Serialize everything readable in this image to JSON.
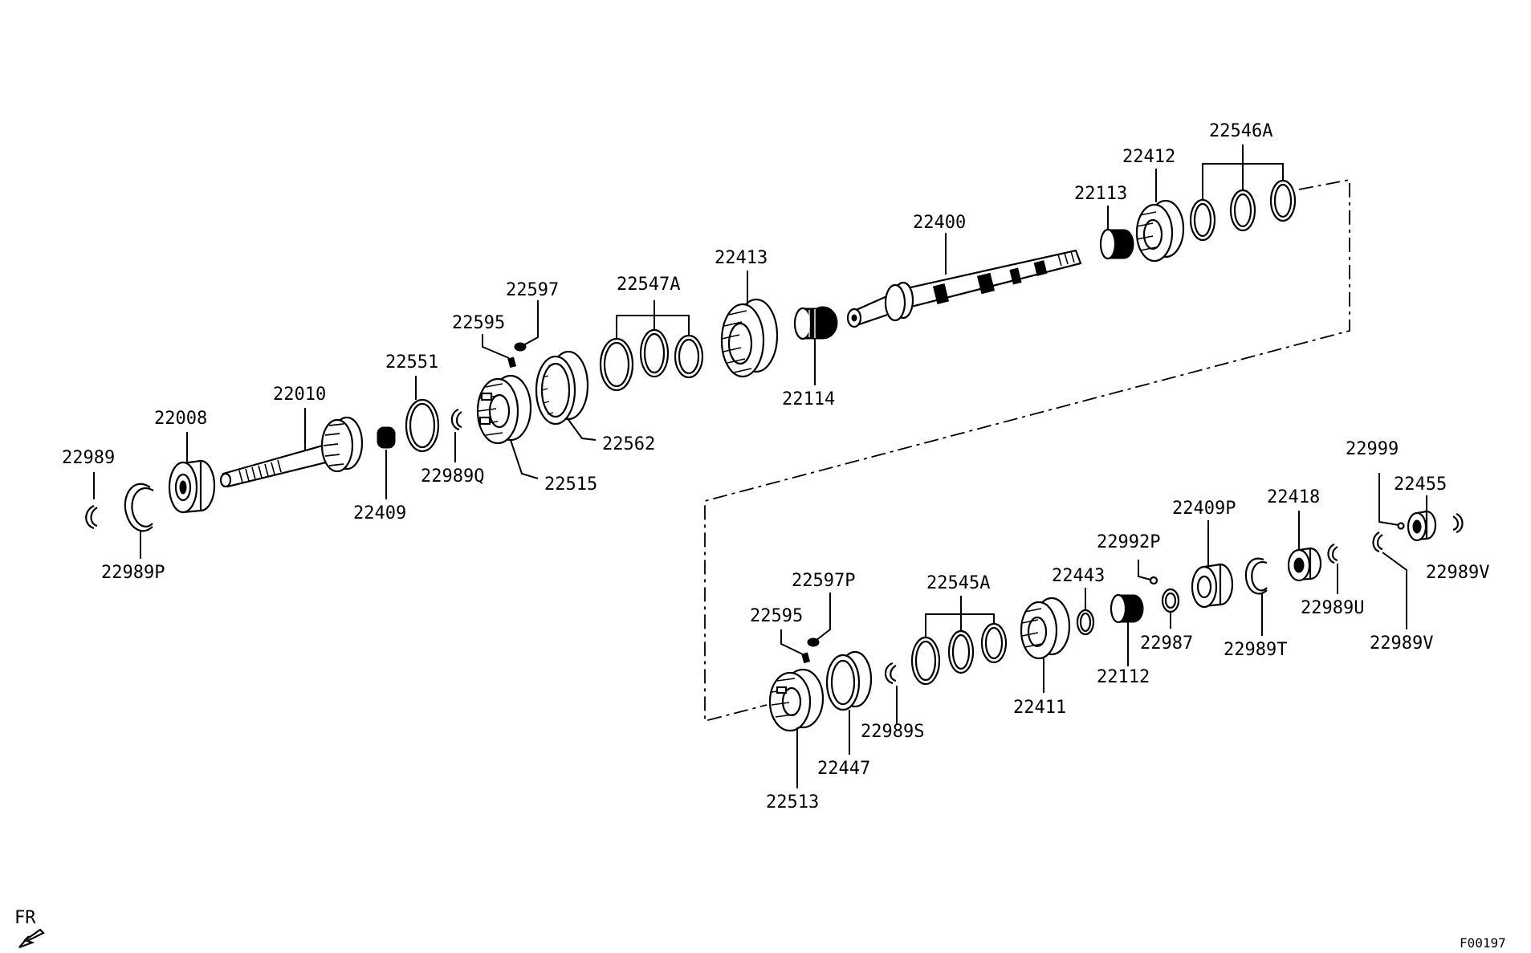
{
  "labels": {
    "p22989": "22989",
    "p22989P": "22989P",
    "p22008": "22008",
    "p22010": "22010",
    "p22409": "22409",
    "p22551": "22551",
    "p22989Q": "22989Q",
    "p22595a": "22595",
    "p22597": "22597",
    "p22515": "22515",
    "p22562": "22562",
    "p22547A": "22547A",
    "p22413": "22413",
    "p22114": "22114",
    "p22400": "22400",
    "p22113": "22113",
    "p22412": "22412",
    "p22546A": "22546A",
    "p22595b": "22595",
    "p22597P": "22597P",
    "p22513": "22513",
    "p22447": "22447",
    "p22989S": "22989S",
    "p22545A": "22545A",
    "p22411": "22411",
    "p22443": "22443",
    "p22112": "22112",
    "p22992P": "22992P",
    "p22987": "22987",
    "p22409P": "22409P",
    "p22989T": "22989T",
    "p22418": "22418",
    "p22989U": "22989U",
    "p22999": "22999",
    "p22455": "22455",
    "p22989V_a": "22989V",
    "p22989V_b": "22989V"
  },
  "fr_label": "FR",
  "figure_id": "F00197"
}
